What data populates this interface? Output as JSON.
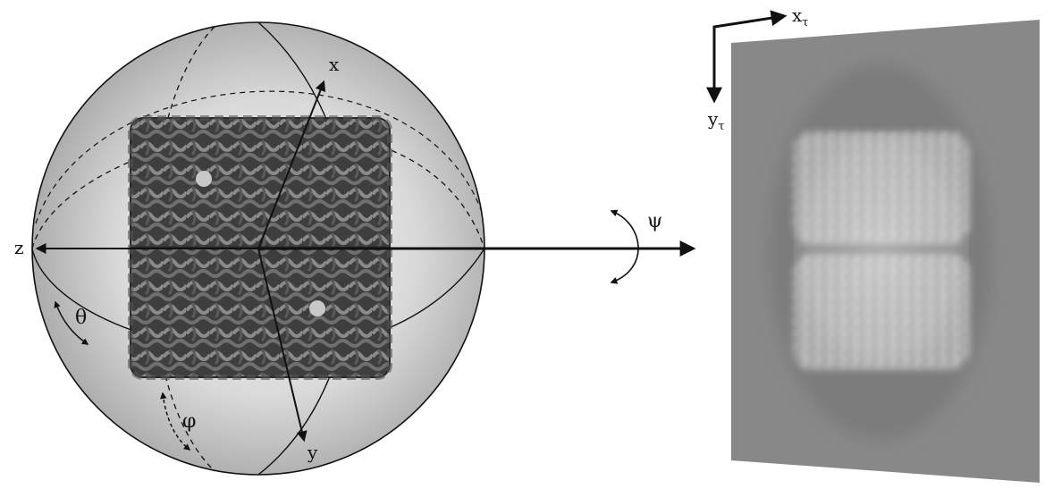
{
  "sphere": {
    "axes": {
      "x": "x",
      "y": "y",
      "z": "z"
    },
    "angles": {
      "theta": "θ",
      "phi": "φ"
    }
  },
  "rotation": {
    "psi": "ψ"
  },
  "projection": {
    "axis_x": "x",
    "axis_x_sub": "τ",
    "axis_y": "y",
    "axis_y_sub": "τ"
  }
}
